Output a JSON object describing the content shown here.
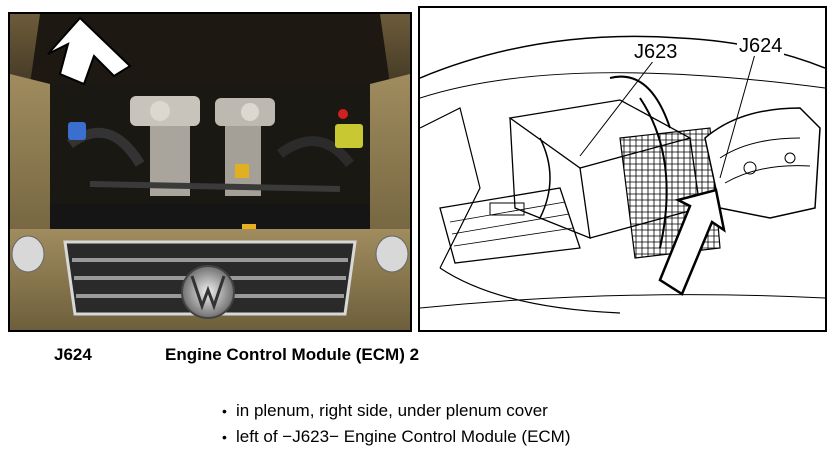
{
  "drawing": {
    "callouts": [
      "J623",
      "J624"
    ]
  },
  "caption": {
    "code": "J624",
    "name": "Engine Control Module (ECM) 2"
  },
  "locations": [
    {
      "bullet": "•",
      "text": "in plenum, right side, under plenum cover"
    },
    {
      "bullet": "•",
      "text": "left of −J623− Engine Control Module (ECM)"
    }
  ],
  "colors": {
    "photo_body": "#8a7a52",
    "drawing_ink": "#000000"
  }
}
